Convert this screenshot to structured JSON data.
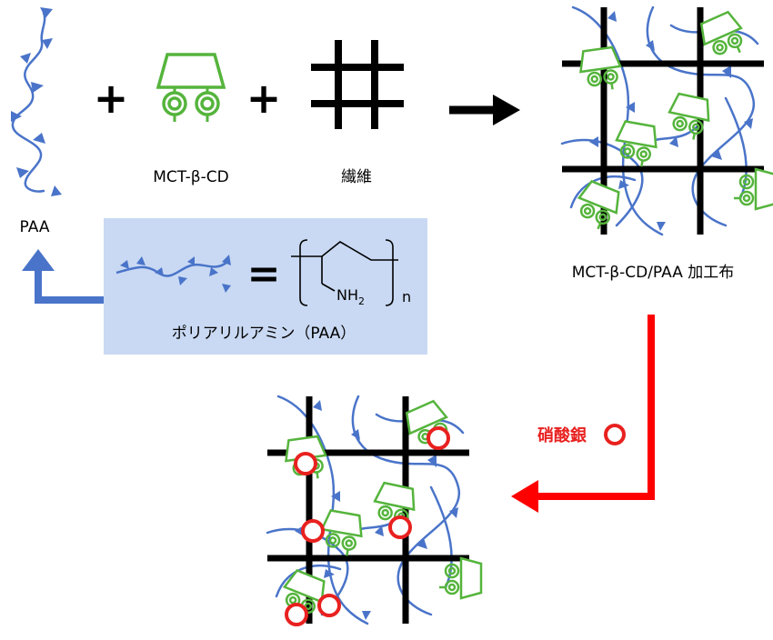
{
  "colors": {
    "paa": "#4a74c9",
    "cd": "#55b43c",
    "fiber": "#000000",
    "silver": "#e8211f",
    "arrow_blue": "#4a74c9",
    "arrow_red": "#ff0000",
    "arrow_black": "#000000",
    "box_fill": "#c9d9f3"
  },
  "labels": {
    "paa": "PAA",
    "mct_cd": "MCT-β-CD",
    "fiber": "繊維",
    "treated_fabric": "MCT-β-CD/PAA 加工布",
    "silver_nitrate": "硝酸銀",
    "polyallylamine": "ポリアリルアミン（PAA）",
    "equals": "=",
    "plus": "+",
    "nh2": "NH",
    "nh2_sub": "2",
    "n": "n"
  }
}
